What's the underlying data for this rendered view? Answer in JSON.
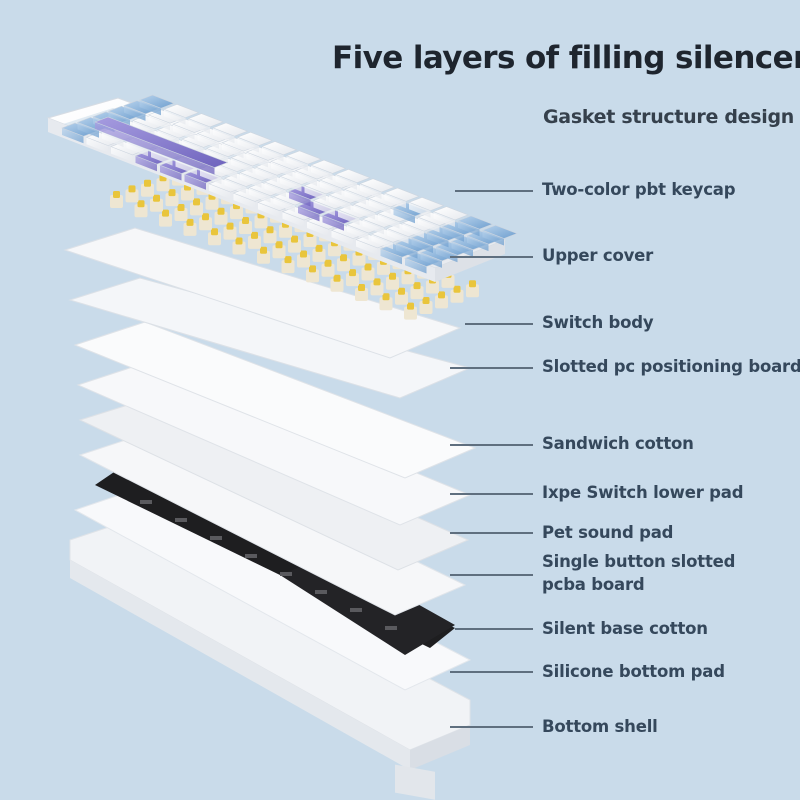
{
  "header": {
    "title": "Five layers of filling silencer",
    "subtitle": "Gasket structure design"
  },
  "layers": [
    {
      "id": "keycap",
      "label": "Two-color pbt keycap"
    },
    {
      "id": "upper-cover",
      "label": "Upper cover"
    },
    {
      "id": "switch-body",
      "label": "Switch body"
    },
    {
      "id": "pc-board",
      "label": "Slotted pc positioning board"
    },
    {
      "id": "sandwich-cotton",
      "label": "Sandwich cotton"
    },
    {
      "id": "ixpe-pad",
      "label": "Ixpe Switch lower pad"
    },
    {
      "id": "pet-pad",
      "label": "Pet sound pad"
    },
    {
      "id": "pcba",
      "label": "Single button slotted\npcba board",
      "line1": "Single button slotted",
      "line2": "pcba board"
    },
    {
      "id": "base-cotton",
      "label": "Silent base cotton"
    },
    {
      "id": "silicone-pad",
      "label": "Silicone bottom pad"
    },
    {
      "id": "bottom-shell",
      "label": "Bottom shell"
    }
  ],
  "colors": {
    "background": "#c9dbea",
    "title_text": "#1e252e",
    "label_text": "#35485c",
    "keycap_white": "#f3f5f8",
    "keycap_blue": "#8fb6dc",
    "keycap_purple": "#8a7fd0",
    "switch_yellow": "#e9c53c",
    "switch_housing": "#eee6d2",
    "plate_white": "#f7f8fa",
    "base_cotton_black": "#1e1e20"
  }
}
